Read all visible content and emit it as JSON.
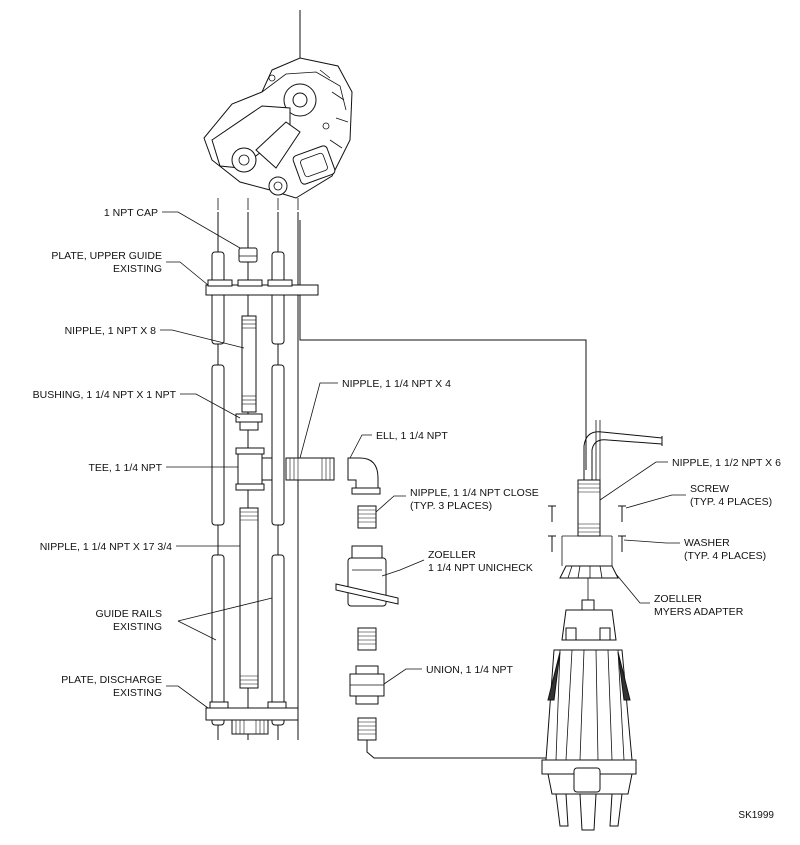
{
  "drawing_id": "SK1999",
  "labels": {
    "cap": "1 NPT CAP",
    "upper_plate_1": "PLATE, UPPER GUIDE",
    "upper_plate_2": "EXISTING",
    "nipple_8": "NIPPLE, 1 NPT X 8",
    "bushing": "BUSHING, 1 1/4 NPT X 1 NPT",
    "tee": "TEE, 1 1/4 NPT",
    "nipple_17": "NIPPLE, 1 1/4 NPT X 17 3/4",
    "rails_1": "GUIDE RAILS",
    "rails_2": "EXISTING",
    "discharge_1": "PLATE, DISCHARGE",
    "discharge_2": "EXISTING",
    "nipple_4": "NIPPLE, 1 1/4 NPT X 4",
    "ell": "ELL, 1 1/4 NPT",
    "close_1": "NIPPLE, 1 1/4 NPT CLOSE",
    "close_2": "(TYP. 3 PLACES)",
    "unicheck_1": "ZOELLER",
    "unicheck_2": "1 1/4 NPT UNICHECK",
    "union": "UNION, 1 1/4 NPT",
    "nipple_6": "NIPPLE, 1 1/2 NPT X 6",
    "screw_1": "SCREW",
    "screw_2": "(TYP. 4 PLACES)",
    "washer_1": "WASHER",
    "washer_2": "(TYP. 4 PLACES)",
    "adapter_1": "ZOELLER",
    "adapter_2": "MYERS ADAPTER"
  }
}
